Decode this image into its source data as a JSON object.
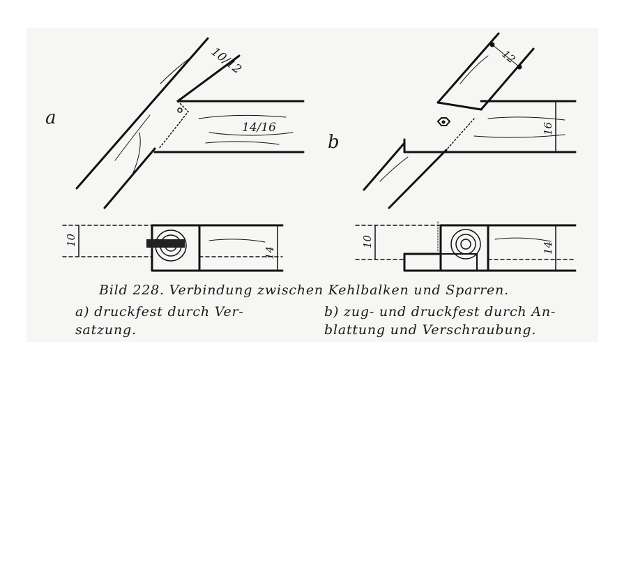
{
  "figure": {
    "a": {
      "letter": "a",
      "rafter_dim": "10/12",
      "beam_dim": "14/16",
      "section_h1": "10",
      "section_h2": "14"
    },
    "b": {
      "letter": "b",
      "rafter_dim": "12",
      "beam_dim": "16",
      "section_h1": "10",
      "section_h2": "14"
    }
  },
  "caption": {
    "title": "Bild 228. Verbindung zwischen Kehlbalken und Sparren.",
    "a_line1": "a) druckfest durch Ver-",
    "a_line2": "satzung.",
    "b_line1": "b) zug- und druckfest durch An-",
    "b_line2": "blattung und Verschraubung."
  }
}
